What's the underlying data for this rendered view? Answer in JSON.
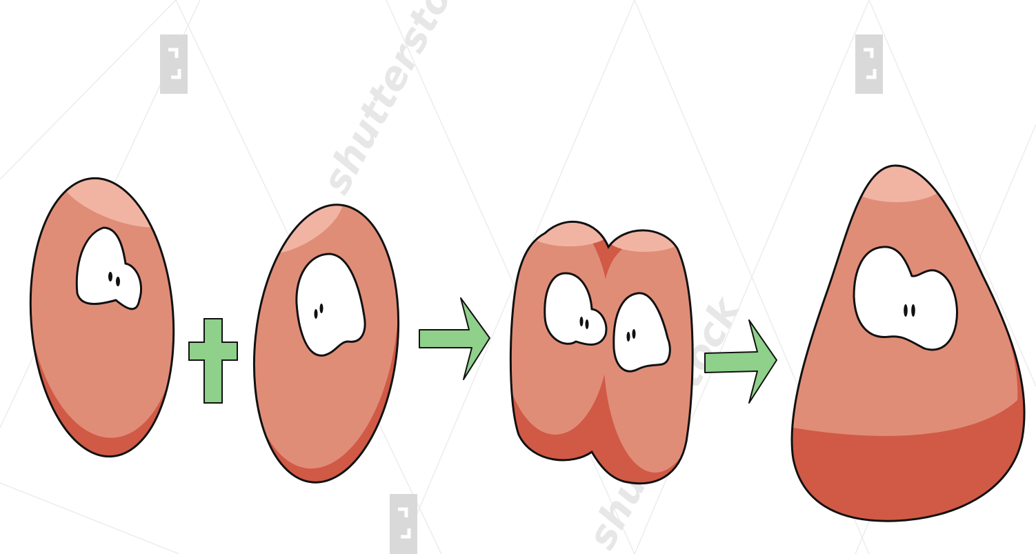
{
  "watermark": {
    "text": "shutterstock"
  },
  "colors": {
    "background": "#ffffff",
    "body": "#e08d78",
    "shadow": "#d05a46",
    "highlight": "#f1b4a3",
    "outline": "#111111",
    "eye_white": "#ffffff",
    "pupil": "#111111",
    "plus_sign": "#8fd08a",
    "arrow": "#8fd08a",
    "watermark_tile": "#d9d9d9"
  },
  "figures": [
    {
      "name": "blob-cell-a",
      "eyes": 1,
      "shape": "oval"
    },
    {
      "name": "blob-cell-b",
      "eyes": 1,
      "shape": "oval"
    },
    {
      "name": "blob-cell-merged",
      "eyes": 2,
      "shape": "fused-double"
    },
    {
      "name": "blob-cell-combined",
      "eyes": 1,
      "shape": "teardrop"
    }
  ],
  "operators": [
    {
      "icon": "plus-icon"
    },
    {
      "icon": "arrow-right-icon"
    },
    {
      "icon": "arrow-right-icon"
    }
  ]
}
